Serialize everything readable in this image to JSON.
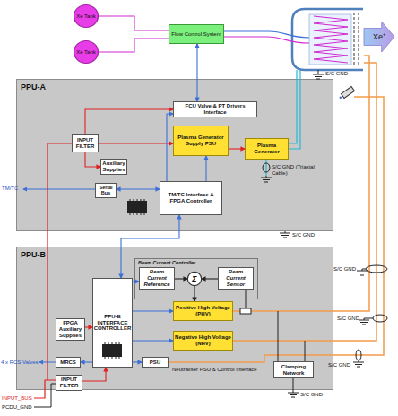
{
  "diagram": {
    "nodes": [
      {
        "text": [
          "Xe Tank"
        ]
      },
      {
        "text": [
          "Xe Tank"
        ]
      },
      {
        "text": [
          "Flow Control System"
        ]
      },
      {
        "text": [
          "Xe⁺"
        ]
      },
      {
        "text": [
          "PPU-A"
        ]
      },
      {
        "text": [
          "FCU Valve & PT Drivers Interface"
        ],
        "in": 4
      },
      {
        "text": [
          "INPUT FILTER"
        ],
        "in": 4
      },
      {
        "text": [
          "Plasma Generator Supply PSU"
        ],
        "in": 4
      },
      {
        "text": [
          "Plasma Generator"
        ],
        "in": 4
      },
      {
        "text": [
          "Auxiliary Supplies"
        ],
        "in": 4
      },
      {
        "text": [
          "Serial Bus"
        ],
        "in": 4
      },
      {
        "text": [
          "TM/TC Interface & FPGA Controller"
        ],
        "in": 4
      },
      {
        "text": [
          "PPU-B"
        ]
      },
      {
        "text": [
          "Beam Current Controller"
        ],
        "in": 12
      },
      {
        "text": [
          "Beam Current Reference"
        ],
        "in": 13
      },
      {
        "text": [
          "Σ"
        ],
        "in": 13
      },
      {
        "text": [
          "Beam Current Sensor"
        ],
        "in": 13
      },
      {
        "text": [
          "PPU-B INTERFACE CONTROLLER"
        ],
        "in": 12
      },
      {
        "text": [
          "FPGA Auxiliary Supplies"
        ],
        "in": 12
      },
      {
        "text": [
          "MRCS"
        ],
        "in": 12
      },
      {
        "text": [
          "Positive High Voltage (PHV)"
        ],
        "in": 12
      },
      {
        "text": [
          "Negative High Voltage (NHV)"
        ],
        "in": 12
      },
      {
        "text": [
          "PSU"
        ],
        "in": 12
      },
      {
        "text": [
          "INPUT FILTER"
        ],
        "in": 12
      },
      {
        "text": [
          "Clamping Network"
        ],
        "in": 12
      }
    ],
    "edges": [
      {
        "from": 0,
        "to": 2,
        "arrow": "none"
      },
      {
        "from": 1,
        "to": 2,
        "arrow": "none"
      },
      {
        "from": 5,
        "to": 2,
        "arrow": "both"
      },
      {
        "from": 6,
        "to": 7,
        "arrow": "to"
      },
      {
        "from": 6,
        "to": 5,
        "arrow": "to"
      },
      {
        "from": 7,
        "to": 8,
        "arrow": "to"
      },
      {
        "from": 11,
        "to": 7,
        "arrow": "to"
      },
      {
        "from": 11,
        "to": 5,
        "arrow": "to"
      },
      {
        "from": 10,
        "to": 11,
        "arrow": "both"
      },
      {
        "from": 6,
        "to": 9,
        "arrow": "to"
      },
      {
        "from": 14,
        "to": 15,
        "arrow": "to"
      },
      {
        "from": 16,
        "to": 15,
        "arrow": "to"
      },
      {
        "from": 15,
        "to": 20,
        "arrow": "to"
      },
      {
        "from": 17,
        "to": 14,
        "arrow": "to"
      },
      {
        "from": 17,
        "to": 20,
        "arrow": "to"
      },
      {
        "from": 17,
        "to": 21,
        "arrow": "to"
      },
      {
        "from": 17,
        "to": 22,
        "arrow": "to"
      },
      {
        "from": 23,
        "to": 17,
        "arrow": "to"
      },
      {
        "from": 17,
        "to": 19,
        "arrow": "to"
      },
      {
        "from": 18,
        "to": 17,
        "arrow": "to"
      },
      {
        "from": 11,
        "to": 17,
        "arrow": "both"
      }
    ],
    "labels": [
      "TM/TC",
      "S/C GND",
      "S/C GND (Triaxial Cable)",
      "S/C GND",
      "S/C GND",
      "S/C GND",
      "S/C GND",
      "Neutraliser PSU & Control Interface",
      "4 x RCS Valves",
      "INPUT_BUS",
      "PCDU_GND",
      "S/C GND"
    ]
  }
}
